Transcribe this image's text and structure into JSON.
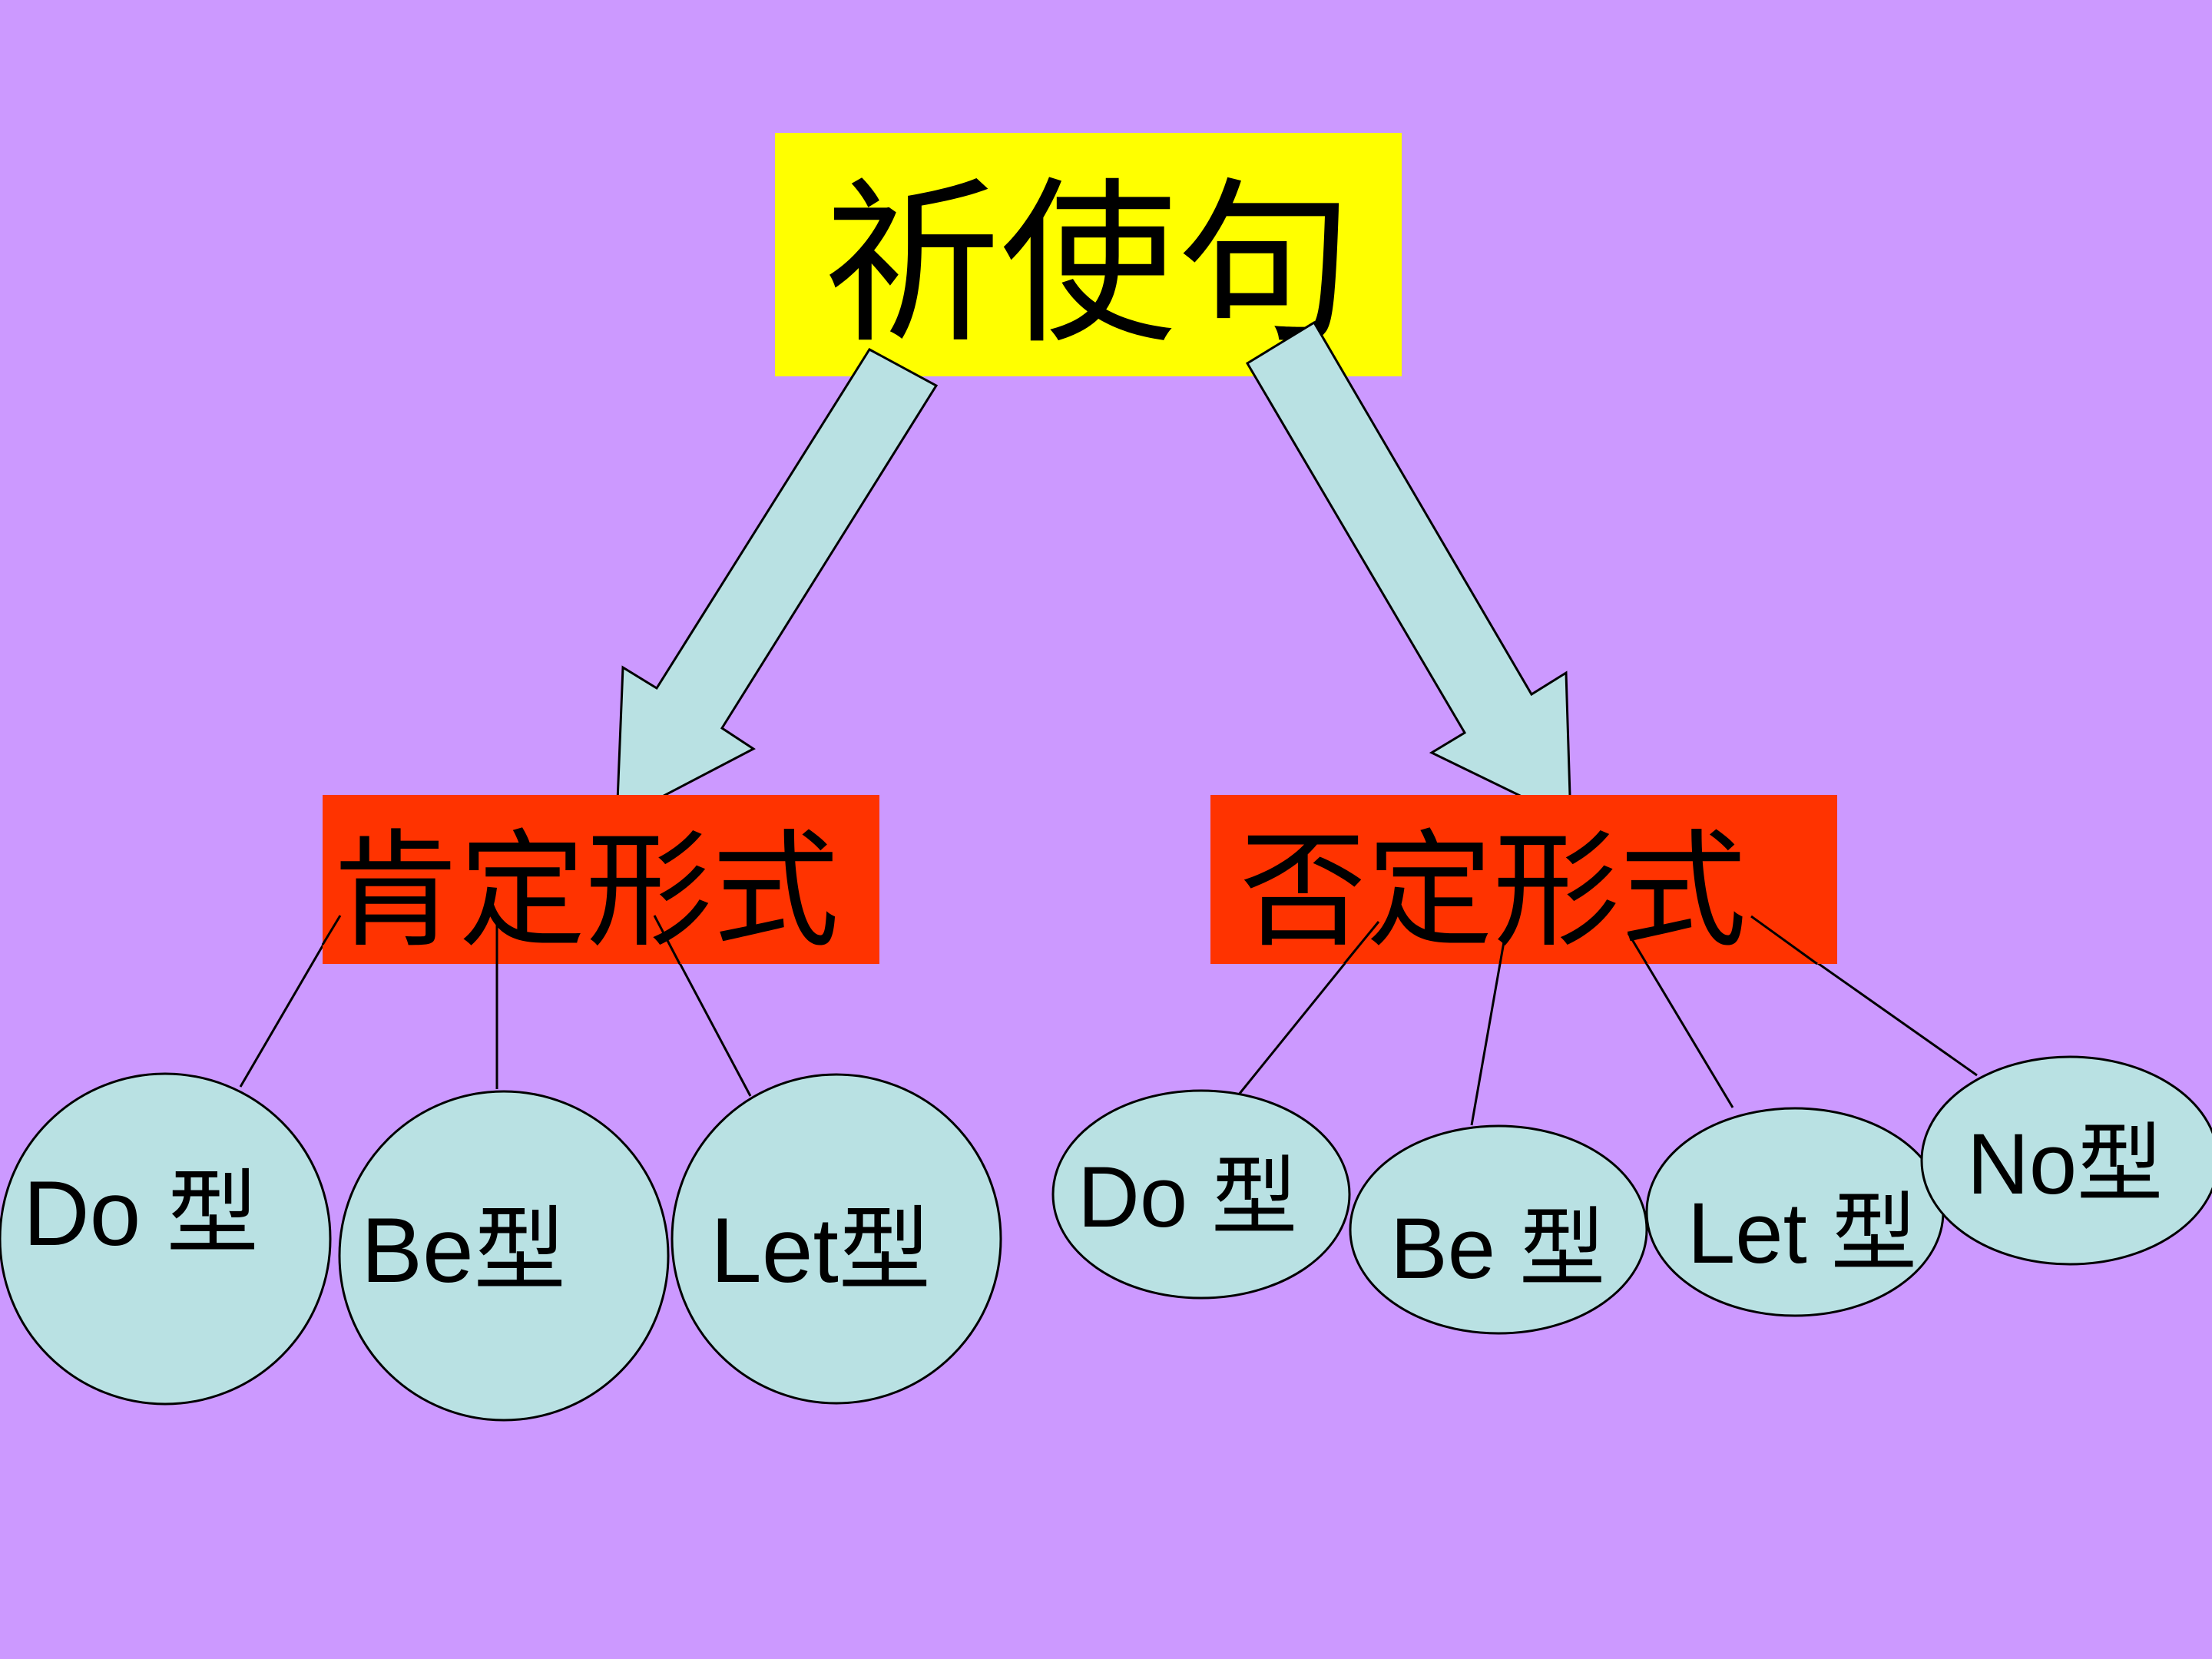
{
  "colors": {
    "background": "#cc99ff",
    "root_fill": "#ffff00",
    "form_fill": "#ff3300",
    "node_fill": "#b9e1e3",
    "stroke": "#000000"
  },
  "root": {
    "label": "祈使句"
  },
  "branches": [
    {
      "label": "肯定形式",
      "leaves": [
        "Do 型",
        "Be型",
        "Let型"
      ]
    },
    {
      "label": "否定形式",
      "leaves": [
        "Do 型",
        "Be 型",
        "Let 型",
        "No型"
      ]
    }
  ]
}
